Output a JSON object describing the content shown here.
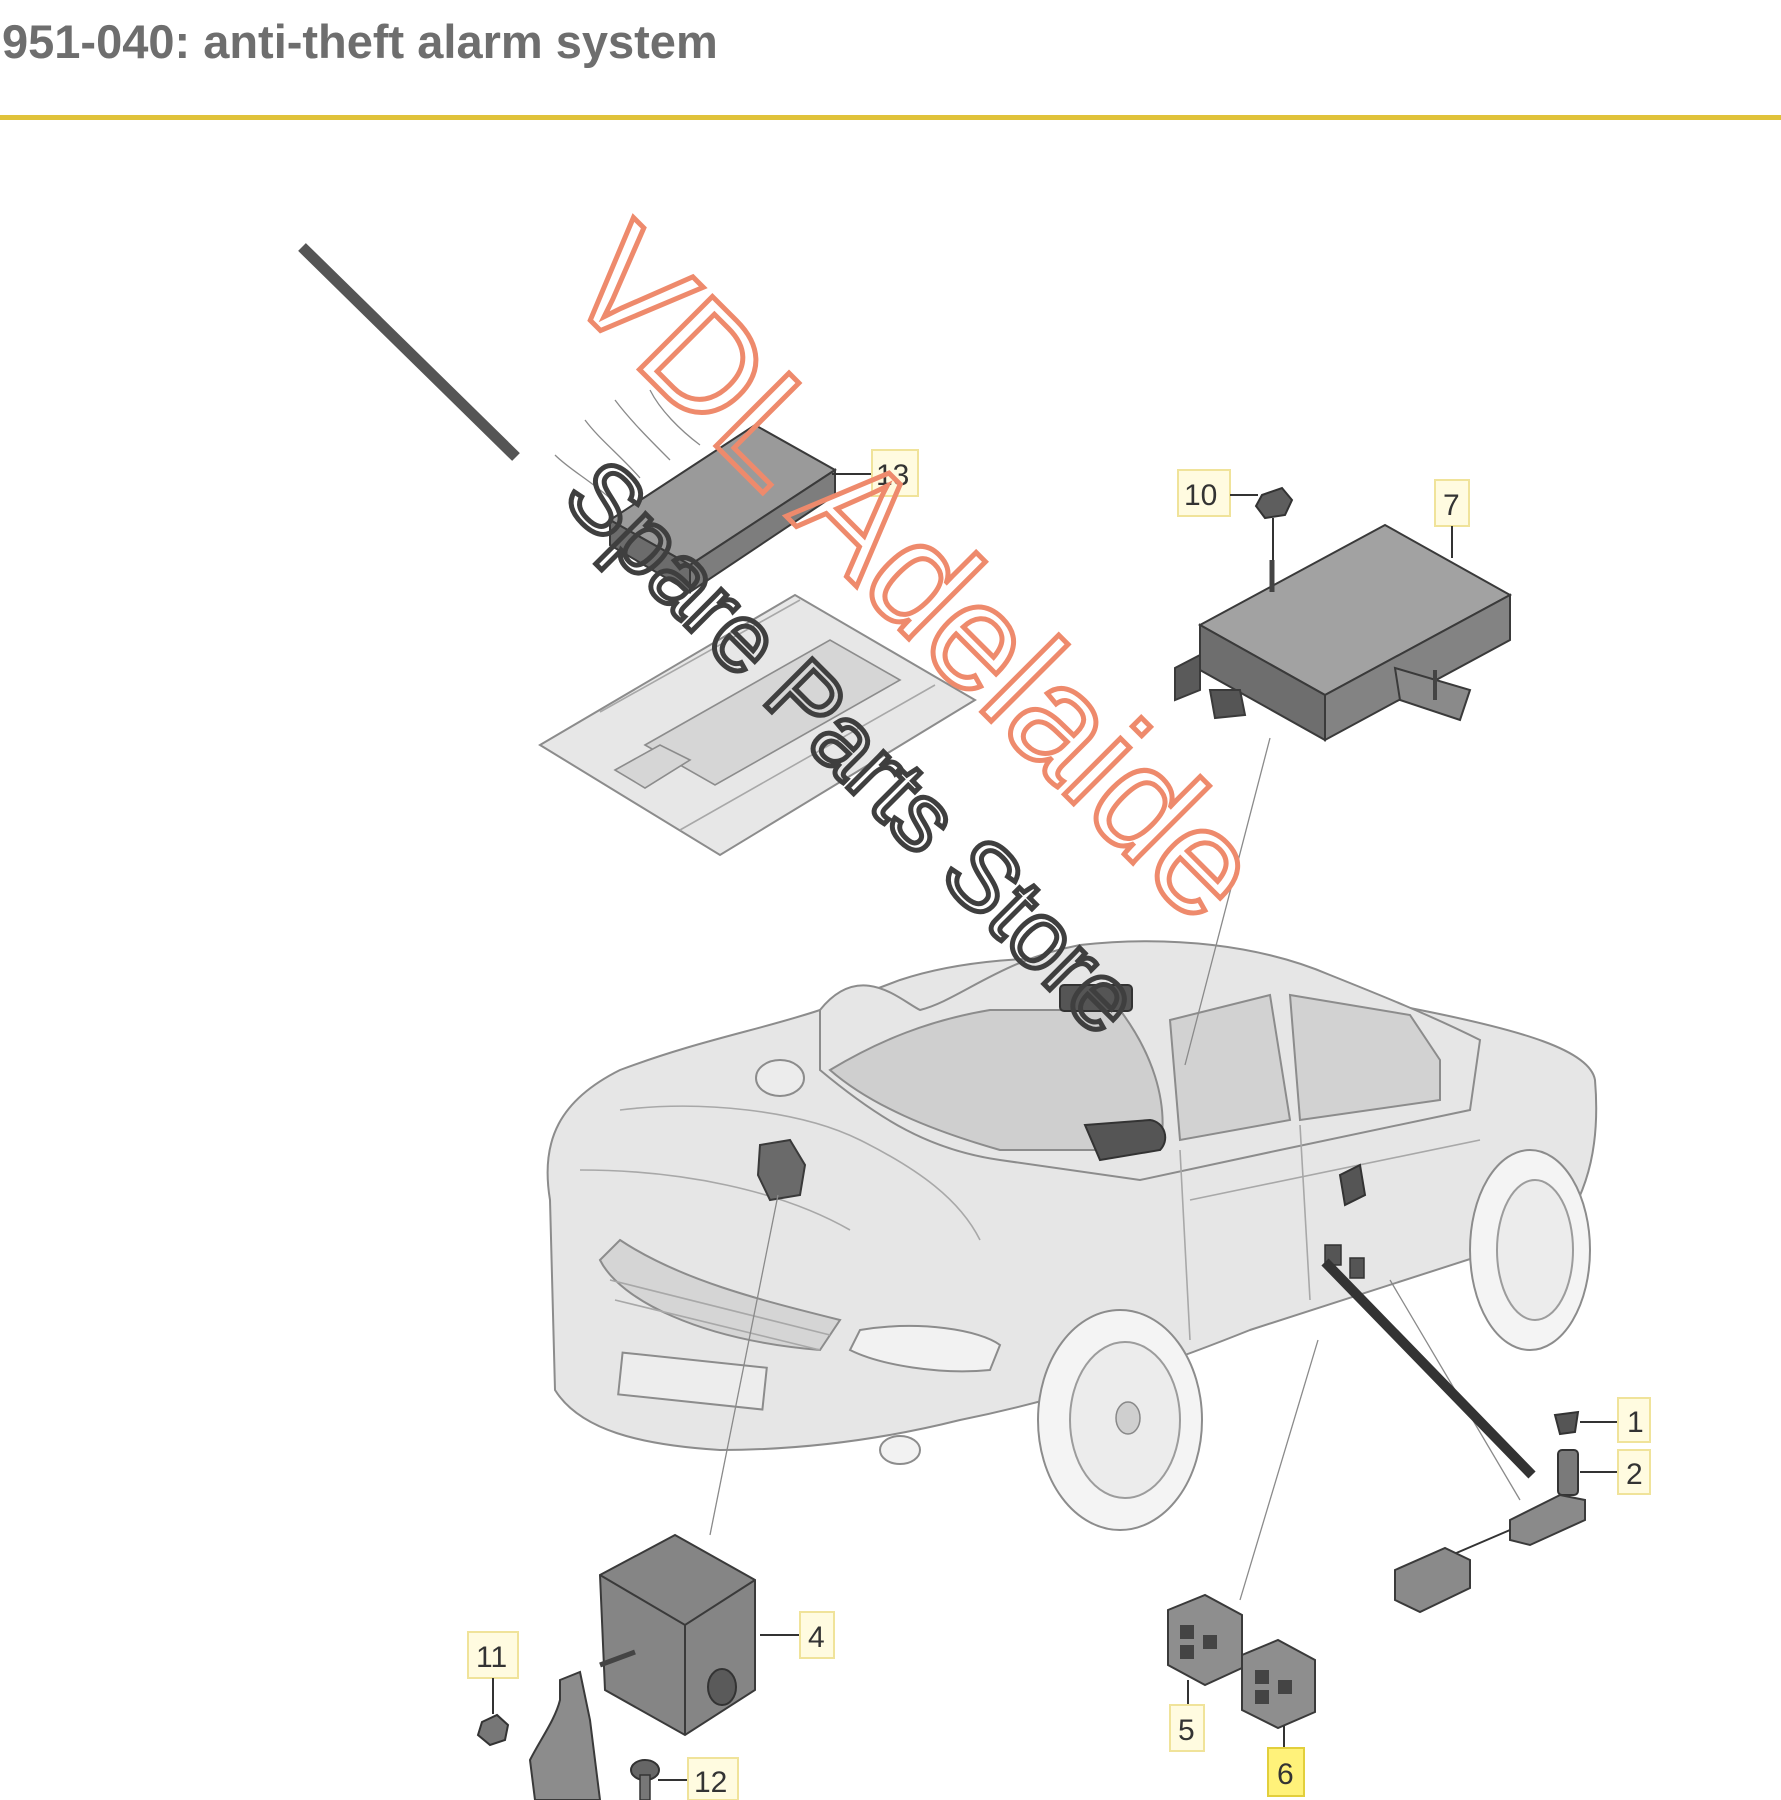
{
  "header": {
    "title": "951-040: anti-theft alarm system"
  },
  "colors": {
    "rule": "#e0c23a",
    "title": "#6e6e6e",
    "callout_fill": "#fffbe0",
    "callout_highlight": "#fff27a",
    "watermark_primary": "#ee8a6c",
    "watermark_secondary": "#3f3f3f"
  },
  "callouts": {
    "c1": "1",
    "c2": "2",
    "c4": "4",
    "c5": "5",
    "c6": "6",
    "c7": "7",
    "c10": "10",
    "c11": "11",
    "c12": "12",
    "c13": "13"
  },
  "watermark": {
    "line1": "VDL Adelaide",
    "line2": "Spare Parts Store"
  }
}
